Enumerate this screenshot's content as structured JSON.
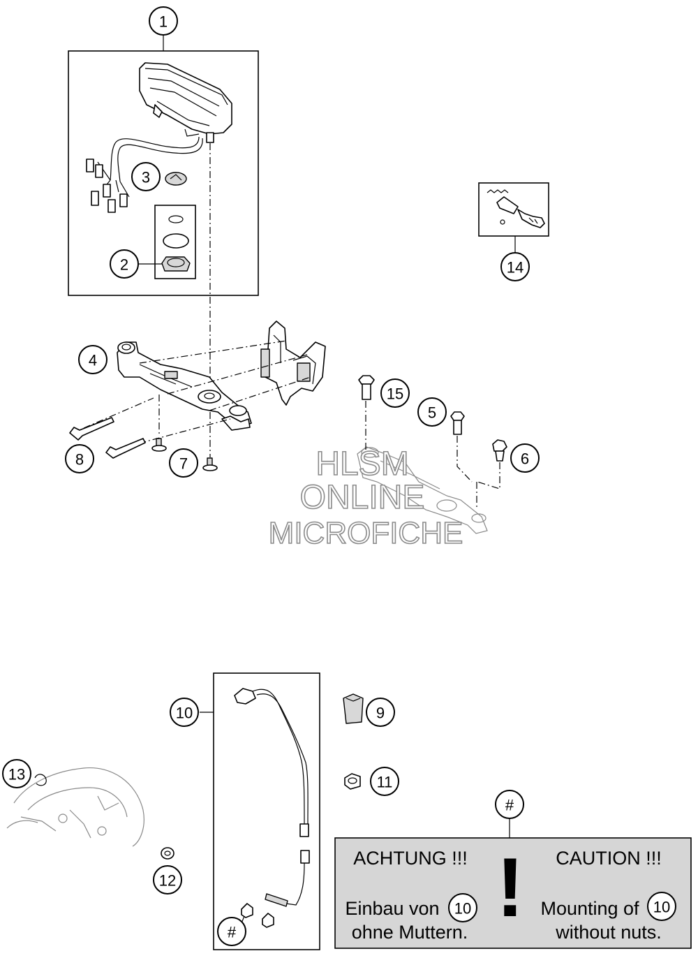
{
  "callouts": {
    "c1": "1",
    "c2": "2",
    "c3": "3",
    "c4": "4",
    "c5": "5",
    "c6": "6",
    "c7": "7",
    "c8": "8",
    "c9": "9",
    "c10": "10",
    "c11": "11",
    "c12": "12",
    "c13": "13",
    "c14": "14",
    "c15": "15",
    "hash_top": "#",
    "hash_bottom": "#"
  },
  "watermark": {
    "line1": "HLSM",
    "line2": "ONLINE",
    "line3": "MICROFICHE"
  },
  "caution_box": {
    "de_title": "ACHTUNG !!!",
    "de_line1": "Einbau von",
    "de_ref": "10",
    "de_line2": "ohne Muttern.",
    "en_title": "CAUTION !!!",
    "en_line1": "Mounting of",
    "en_ref": "10",
    "en_line2": "without nuts.",
    "symbol": "!"
  }
}
